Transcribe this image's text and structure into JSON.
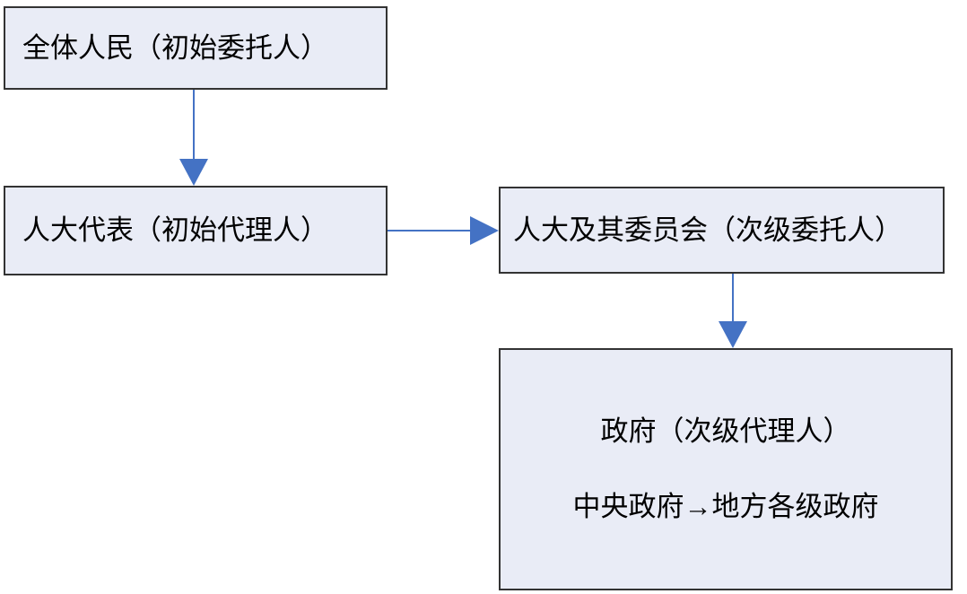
{
  "diagram": {
    "type": "flowchart",
    "colors": {
      "background": "#FFFFFF",
      "box_fill": "#E9ECF6",
      "box_border": "#333333",
      "arrow": "#4472C4",
      "text": "#000000"
    },
    "nodes": {
      "people": {
        "label": "全体人民（初始委托人）"
      },
      "deputies": {
        "label": "人大代表（初始代理人）"
      },
      "committees": {
        "label": "人大及其委员会（次级委托人）"
      },
      "government": {
        "line1": "政府（次级代理人）",
        "line2": "中央政府→地方各级政府"
      }
    },
    "edges": [
      {
        "from": "people",
        "to": "deputies",
        "direction": "down"
      },
      {
        "from": "deputies",
        "to": "committees",
        "direction": "right"
      },
      {
        "from": "committees",
        "to": "government",
        "direction": "down"
      }
    ]
  }
}
